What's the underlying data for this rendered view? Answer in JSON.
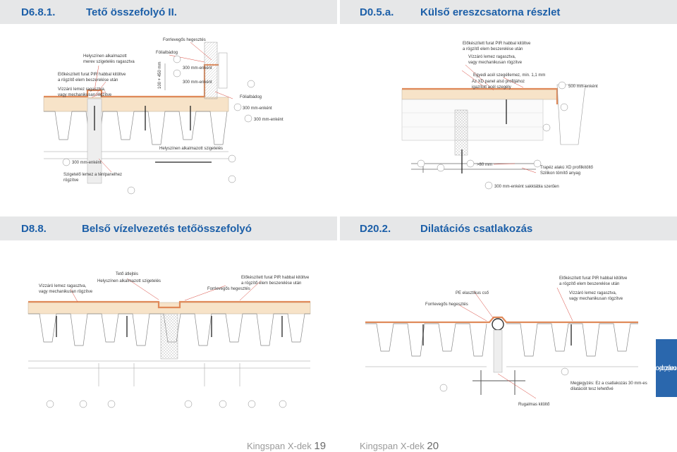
{
  "headers": {
    "top_left": {
      "num": "D6.8.1.",
      "title": "Tető összefolyó II."
    },
    "top_right": {
      "num": "D0.5.a.",
      "title": "Külső ereszcsatorna részlet"
    },
    "bottom_left": {
      "num": "D8.8.",
      "title": "Belső vízelvezetés tetőösszefolyó"
    },
    "bottom_right": {
      "num": "D20.2.",
      "title": "Dilatációs csatlakozás"
    }
  },
  "d681": {
    "l1": "Helyszínen alkalmazott",
    "l2": "merev szigetelés ragasztva",
    "l3": "Előkészített furat PIR habbal kitöltve",
    "l4": "a rögzítő elem beszerelése után",
    "l5": "Vízzáró lemez ragasztva,",
    "l6": "vagy mechanikusan rögzítve",
    "l7": "Forrlevegős hegesztés",
    "l8": "Fólialbádog",
    "l9": "100 + 450 mm",
    "l10": "300 mm-enként",
    "l11": "300 mm-enként",
    "l12": "Fólialbádog",
    "l13": "300 mm-enként",
    "l14": "300 mm-enként",
    "l15": "Helyszínen alkalmazott szigetelés",
    "l16": "300 mm-enként",
    "l17": "Szigetelő lemez a ténlpanelhez",
    "l18": "rögzítve"
  },
  "d05a": {
    "l1": "Előkészített furat PIR habbal kitöltve",
    "l2": "a rögzítő elem beszerelése után",
    "l3": "Vízzáró lemez ragasztva,",
    "l4": "vagy mechanikusan rögzítve",
    "l5": "Egyedi acél szegéllemez, min. 1,1 mm",
    "l6": "Az XD panel alsó profiljához",
    "l7": "igazított acél szegély",
    "l8": "500 mm-enként",
    "l9": ">80 mm",
    "l10": "Trapéz alakú XD profilkitöltő",
    "l11": "Szilikon tömítő anyag",
    "l12": "300 mm-enként sakktábla szerűen"
  },
  "d88": {
    "l1": "Tető átlejtés",
    "l2": "Helyszínen alkalmazott szigetelés",
    "l3": "Vízzáró lemez ragasztva,",
    "l4": "vagy mechanikusan rögzítve",
    "l5": "Forrlevegős hegesztés",
    "l6": "Előkészített furat PIR habbal kitöltve",
    "l7": "a rögzítő elem beszerelése után"
  },
  "d202": {
    "l1": "PE elasztikus cső",
    "l2": "Forrlevegős hegesztés",
    "l3": "Előkészített furat PIR habbal kitöltve",
    "l4": "a rögzítő elem beszerelése után",
    "l5": "Vízzáró lemez ragasztva,",
    "l6": "vagy mechanikusan rögzítve",
    "l7": "Megjegyzés: Ez a csatlakozás 30 mm-es",
    "l8": "dilatációt tesz lehetővé",
    "l9": "Rugalmas kitöltő"
  },
  "sidebar": {
    "line1": "Csomóponti",
    "line2": "rajzok"
  },
  "footer": {
    "left_brand": "Kingspan X-dek",
    "left_page": "19",
    "right_brand": "Kingspan X-dek",
    "right_page": "20"
  },
  "colors": {
    "accent": "#1c5fa8",
    "header_bg": "#e6e7e8",
    "membrane": "#e08a5a",
    "sidebar": "#2a67ad"
  }
}
